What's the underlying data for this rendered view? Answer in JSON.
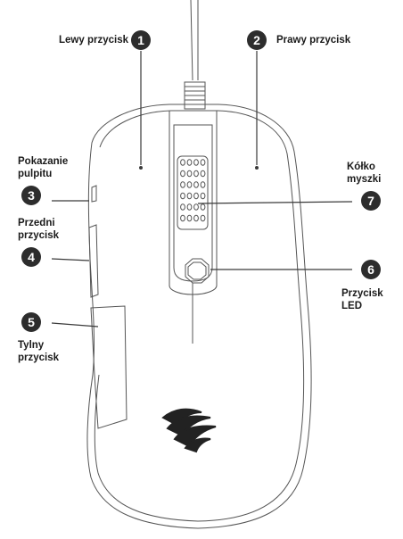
{
  "callouts": [
    {
      "number": "1",
      "label": "Lewy przycisk"
    },
    {
      "number": "2",
      "label": "Prawy przycisk"
    },
    {
      "number": "3",
      "label_lines": [
        "Pokazanie",
        "pulpitu"
      ]
    },
    {
      "number": "4",
      "label_lines": [
        "Przedni",
        "przycisk"
      ]
    },
    {
      "number": "5",
      "label_lines": [
        "Tylny",
        "przycisk"
      ]
    },
    {
      "number": "6",
      "label_lines": [
        "Przycisk",
        "LED"
      ]
    },
    {
      "number": "7",
      "label_lines": [
        "Kółko",
        "myszki"
      ]
    }
  ],
  "colors": {
    "badge": "#2d2d2d",
    "line": "#3a3a3a",
    "outline": "#555555"
  }
}
